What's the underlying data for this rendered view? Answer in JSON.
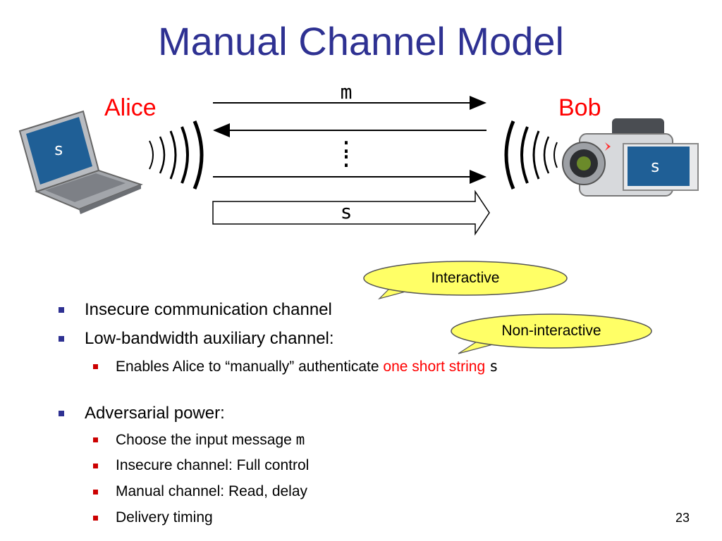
{
  "slide": {
    "title": "Manual Channel Model",
    "page_number": "23"
  },
  "diagram": {
    "alice_label": "Alice",
    "bob_label": "Bob",
    "message_m": "m",
    "dots": ":",
    "string_s": "s",
    "laptop_screen_text": "s",
    "camera_screen_text": "s"
  },
  "callouts": {
    "interactive": "Interactive",
    "non_interactive": "Non-interactive"
  },
  "bullets": [
    {
      "text": "Insecure communication channel"
    },
    {
      "text": "Low-bandwidth auxiliary channel:"
    },
    {
      "text_prefix": "Enables Alice to “manually” authenticate ",
      "highlight": "one short string",
      "var": "s"
    },
    {
      "text": "Adversarial power:"
    },
    {
      "text_prefix": "Choose the input message ",
      "var": "m"
    },
    {
      "text": "Insecure channel: Full control"
    },
    {
      "text": "Manual channel: Read, delay"
    },
    {
      "text": "Delivery timing"
    }
  ],
  "colors": {
    "title": "#2e3192",
    "names": "#ff0000",
    "callout_fill": "#ffff66",
    "screen": "#1f5f96"
  }
}
